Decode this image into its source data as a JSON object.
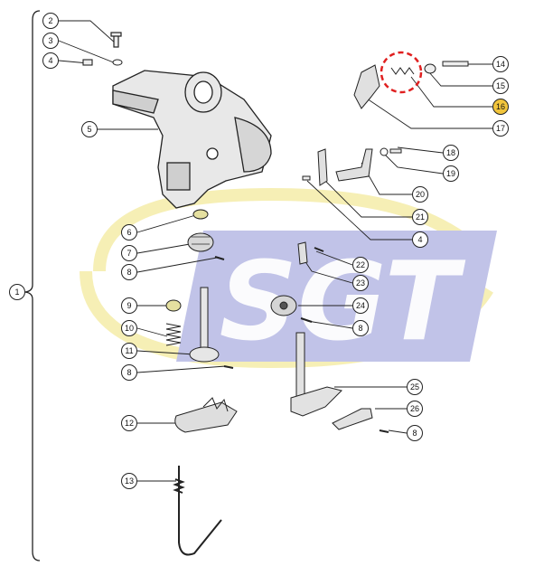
{
  "diagram": {
    "watermark": {
      "text": "SGT"
    },
    "colors": {
      "highlight": "#f2c53c",
      "circle": "#e02020",
      "wm_blue": "#8f93d6",
      "wm_yellow": "#efe27a"
    },
    "callouts": [
      {
        "id": "c1",
        "label": "1"
      },
      {
        "id": "c2",
        "label": "2"
      },
      {
        "id": "c3",
        "label": "3"
      },
      {
        "id": "c4a",
        "label": "4"
      },
      {
        "id": "c5",
        "label": "5"
      },
      {
        "id": "c6",
        "label": "6"
      },
      {
        "id": "c7",
        "label": "7"
      },
      {
        "id": "c8a",
        "label": "8"
      },
      {
        "id": "c9",
        "label": "9"
      },
      {
        "id": "c10",
        "label": "10"
      },
      {
        "id": "c11",
        "label": "11"
      },
      {
        "id": "c8b",
        "label": "8"
      },
      {
        "id": "c12",
        "label": "12"
      },
      {
        "id": "c13",
        "label": "13"
      },
      {
        "id": "c14",
        "label": "14"
      },
      {
        "id": "c15",
        "label": "15"
      },
      {
        "id": "c16",
        "label": "16",
        "highlight": true
      },
      {
        "id": "c17",
        "label": "17"
      },
      {
        "id": "c18",
        "label": "18"
      },
      {
        "id": "c19",
        "label": "19"
      },
      {
        "id": "c20",
        "label": "20"
      },
      {
        "id": "c21",
        "label": "21"
      },
      {
        "id": "c4b",
        "label": "4"
      },
      {
        "id": "c22",
        "label": "22"
      },
      {
        "id": "c23",
        "label": "23"
      },
      {
        "id": "c24",
        "label": "24"
      },
      {
        "id": "c8c",
        "label": "8"
      },
      {
        "id": "c25",
        "label": "25"
      },
      {
        "id": "c26",
        "label": "26"
      },
      {
        "id": "c8d",
        "label": "8"
      }
    ]
  }
}
